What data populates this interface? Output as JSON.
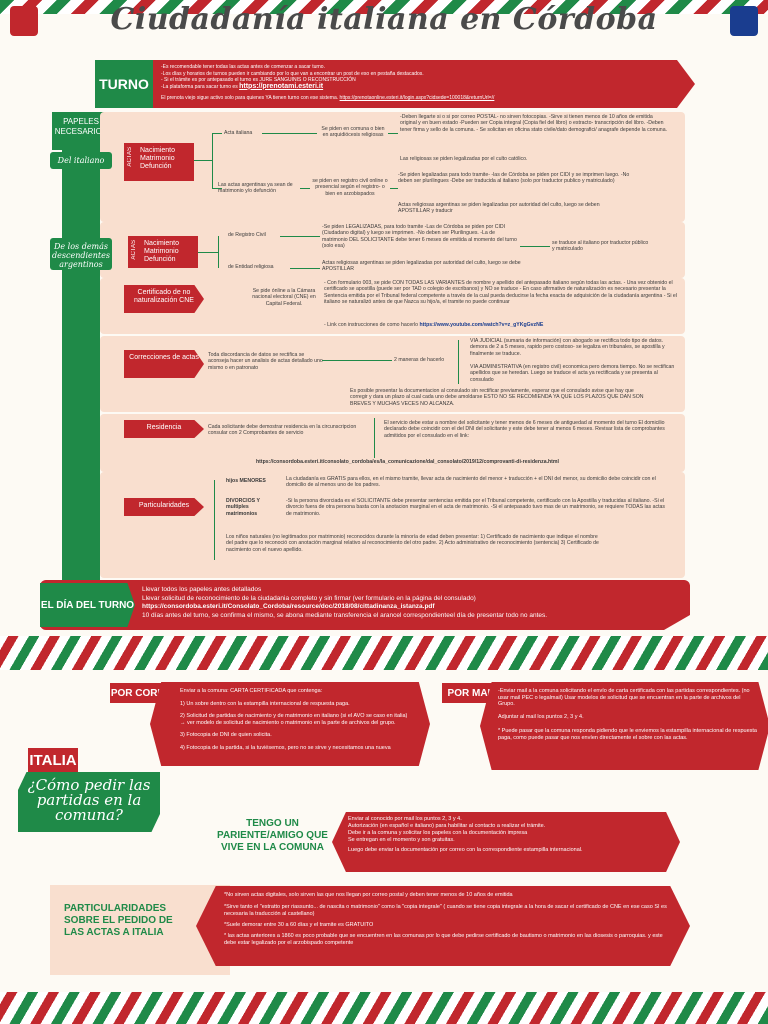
{
  "header": {
    "title": "Ciudadanía italiana en Córdoba"
  },
  "turno": {
    "label": "TURNO",
    "lines": [
      "-Es recomendable tener todas las actas antes de comenzar a sacar turno.",
      "-Los días y horarios de turnos pueden ir cambiando por lo que van a encontrar un post de eso en pestaña destacados.",
      "- Si el trámite es por antepasado el turno es JURE SANGUINIS O RECONSTRUCCIÓN",
      "-La plataforma para sacar turno es"
    ],
    "link": "https://prenotami.esteri.it",
    "note": "El prenota viejo sigue activo solo para quienes YA tienen turno con ese sistema.",
    "note_link": "https://prenotaonline.esteri.it/login.aspx?cidsede=100018&returnUrl=//"
  },
  "papeles": {
    "label": "PAPELES NECESARIOS",
    "del_italiano": "Del italiano",
    "del_italiano_actas": "Nacimiento Matrimonio Defunción",
    "del_italiano_actas_tag": "ACTAS",
    "acta_italiana": "Acta italiana",
    "acta_italiana_detail": "Se piden en comuna o bien en arquidiócesis religiosas",
    "acta_italiana_list": "-Deben llegarte si o si por correo POSTAL- no sirven fotocopias. -Sirve si tienen menos de 10 años de emitida original y en buen estado -Pueden ser Copia integral (Copia fiel del libro) o estracto- transcripción del libro. -Deben tener firma y sello de la comuna. - Se solicitan en oficina stato civile/dato demografici/ anagrafe depende la comuna.",
    "religiosas": "Las religiosas se piden legalizadas por el culto católico.",
    "actas_arg": "Las actas argentinas ya sean de matrimonio y/o defunción",
    "actas_arg_detail": "se piden en registro civil online o presencial según el registro- o bien en arzobispados",
    "actas_arg_list": "-Se piden legalizadas para todo tramite- -las de Córdoba se piden por CIDI y se imprimen luego. -No deben ser plurilingues -Debe ser traducida al italiano (solo por traductor publico y matriculado)",
    "actas_arg_relig": "Actas religiosas argentinas se piden legalizadas por autoridad del culto, luego se deben APOSTILLAR y traducir",
    "demas": "De los demás descendientes argentinos",
    "demas_actas": "Nacimiento Matrimonio Defunción",
    "demas_actas_tag": "ACTAS",
    "registro_civil": "de Registro Civil",
    "registro_civil_list": "-Se piden LEGALIZADAS, para todo tramite -Las de Córdoba se piden por CIDI (Ciudadano digital) y luego se imprimen. -No deben ser Plurilingues. -La de matrimonio DEL SOLICITANTE debe tener 6 meses de emitida al momento del turno (solo esa)",
    "traduce": "se traduce al italiano por traductor público y matriculado",
    "entidad_religiosa": "de Entidad religiosa",
    "entidad_religiosa_detail": "Actas religiosas argentinas se piden legalizadas por autoridad del culto, luego se debe APOSTILLAR"
  },
  "cne": {
    "label": "Certificado de no naturalización CNE",
    "detail": "Se pide ónline a la Cámara nacional electoral (CNE) en Capital Federal.",
    "list": "- Con formulario 003, se pide CON TODAS LAS VARIANTES de nombre y apellido del antepasado italiano según todas las actas. - Una vez obtenido el certificado se apostilla (puede ser por TAD o colegio de escribanos) y NO se traduce - En caso afirmativo de naturalización es necesario presentar la Sentencia emitida por el Tribunal federal competente a través de la cual pueda deducirse la fecha exacta de adquisición de la ciudadanía argentina - Si el italiano se naturalizó antes de que Nazca su hijo/a, el tramite no puede continuar",
    "link_label": "- Link con instrucciones de como hacerlo",
    "link": "https://www.youtube.com/watch?v=z_gYKgGvzNE"
  },
  "correcciones": {
    "label": "Correcciones de actas",
    "detail": "Toda discordancia de datos se rectifica se aconseja hacer un analisis de actas detallado uno mismo o en patronato",
    "maneras": "2 maneras de hacerlo",
    "judicial": "VIA JUDICIAL (sumaria de información) con abogado se rectifica todo tipo de datos. demora de 2 a 5 meses, rapido pero costoso- se legaliza en tribunales, se apostilla y finalmente se traduce.",
    "administrativa": "VIA ADMINISTRATIVA (en registro civil) economica pero demora tiempo. No se rectifican apellidos que se heredan. Luego se traduce el acta ya rectificada y se presenta al consulado",
    "extra": "Es posible presentar la documentacion al consulado sin rectificar previamente, esperar que el consulado avise que hay que corregir y dara un plazo al cual cada uno debe amoldarse ESTO NO SE RECOMIENDA YA QUE LOS PLAZOS QUE DAN SON BREVES Y MUCHAS VECES NO ALCANZA."
  },
  "residencia": {
    "label": "Residencia",
    "detail": "Cada solicitante debe demostrar residencia en la circunscripcion consular con 2 Comprobantes de servicio",
    "list": "El servicio debe estar a nombre del solicitante y tener menos de 6 meses de antiguedad al momento del turno El domicilio declarado debe coincidir con el del DNI del solicitante y este debe tener al menos 6 meses. Revisar lista de comprobantes admitidos por el consulado en el link:",
    "link": "https://consordoba.esteri.it/consolato_cordoba/es/la_comunicazione/dal_consolato/2019/12/comprovanti-di-residenza.html"
  },
  "particularidades": {
    "label": "Particularidades",
    "hijos": "hijos MENORES",
    "hijos_detail": "La ciudadanía es GRATIS para ellos, en el mismo tramite, llevar acta de nacimiento del menor + traducción + el DNI del menor, su domicilio debe coincidir con el domicilio de al menos uno de los padres.",
    "divorcios": "DIVORCIOS Y multiples matrimonios",
    "divorcios_detail": "-Si la persona divorciada es el SOLICITANTE debe presentar sentencias emitida por el Tribunal competente, certificado con la Apostilla y traducidas al italiano. -Si el divorcio fuera de otra persona basta con la anotacion marginal en el acta de matrimonio. -Si el antepasado tuvo mas de un matrimonio, se requiere TODAS las actas de matrimonio.",
    "ninos": "Los niños naturales (no legitimados por matrimonio) reconocidos durante la minoría de edad deben presentar: 1) Certificado de nacimiento que indique el nombre del padre que lo reconoció con anotación marginal relativo al reconocimiento del otro padre. 2) Acto administrativo de reconocimiento (sentencia) 3) Certificado de nacimiento con el nuevo apellido."
  },
  "dia_turno": {
    "label": "EL DÍA DEL TURNO",
    "line1": "Llevar todos los papeles antes detallados",
    "line2": "Llevar solicitud de reconocimiento de la ciudadania completo y sin firmar (ver formulario en la página del consulado)",
    "link": "https://consordoba.esteri.it/Consolato_Cordoba/resource/doc/2018/08/cittadinanza_istanza.pdf",
    "line3": "10 días antes del turno, se confirma el mismo, se abona mediante transferencia el arancel correspondienteel día de presentar todo no antes."
  },
  "por_correo": {
    "label": "POR CORREO",
    "intro": "Enviar a la comuna: CARTA CERTIFICADA que contenga:",
    "items": [
      "1) Un sobre dentro con la estampilla internacional de respuesta paga.",
      "2) Solicitud de partidas de nacimiento y de matrimonio en italiano (si el AVO se caso en italia) → ver modelo de solicitud de nacimiento o matrimonio en la parte de archivos del grupo.",
      "3) Fotocopia de DNI de quien solicita.",
      "4) Fotocopia de la partida, si la tuviésemos, pero no se sirve y necesitamos una nueva"
    ]
  },
  "por_mail": {
    "label": "POR MAIL",
    "intro": "-Enviar mail a la comuna solicitando el envío de carta certificada con las partidas correspondientes. (no usar mail PEC o legalmail) Usar modelos de solicitud que se encuentran en la parte de archivos del Grupo.",
    "adjuntar": "Adjuntar al mail los puntos 2, 3 y 4.",
    "note": "* Puede pasar que la comuna responda pidiendo que le enviemos la estampilla internacional de respuesta paga, como puede pasar que nos envíen directamente el sobre con las actas."
  },
  "italia": {
    "tag": "ITALIA",
    "como": "¿Cómo pedir las partidas en la comuna?"
  },
  "tengo": {
    "label": "TENGO UN PARIENTE/AMIGO QUE VIVE EN LA COMUNA",
    "items": [
      "Enviar al conocido por mail los puntos 2, 3 y 4.",
      "Autorización (en español e italiano) para habilitar al contacto a realizar el trámite.",
      "Debe ir a la comuna y solicitar los papeles con la documentación impresa",
      "Se entregan en el momento y son gratuitas.",
      "Luego debe enviar la documentación por correo con la correspondiente estampilla internacional."
    ]
  },
  "pedido": {
    "label": "PARTICULARIDADES SOBRE EL PEDIDO DE LAS ACTAS A ITALIA",
    "items": [
      "*No sirven actas digitales, solo sirven las que nos llegan por correo postal y deben tener menos de 10 años de emitida",
      "*Sirve tanto el \"estratto per riassunto... de nascita o matrimonio\" como la \"copia integrale\" ( cuando se tiene copia integrale a la hora de sacar el certificado de CNE en ese caso SI es necesaria la traducción al castellano)",
      "*Suele demorar entre 30 a 60 días y el tramite es GRATUITO",
      "* las actas anteriores a 1860 es poco probable que se encuentren en las comunas por lo que debe pedirse certificado de bautismo o matrimonio en las diosesis o parroquias. y este debe estar legalizado por el arzobispado competente"
    ]
  },
  "colors": {
    "green": "#1f8a48",
    "red": "#c1272d",
    "peach": "#f9dfcf"
  }
}
